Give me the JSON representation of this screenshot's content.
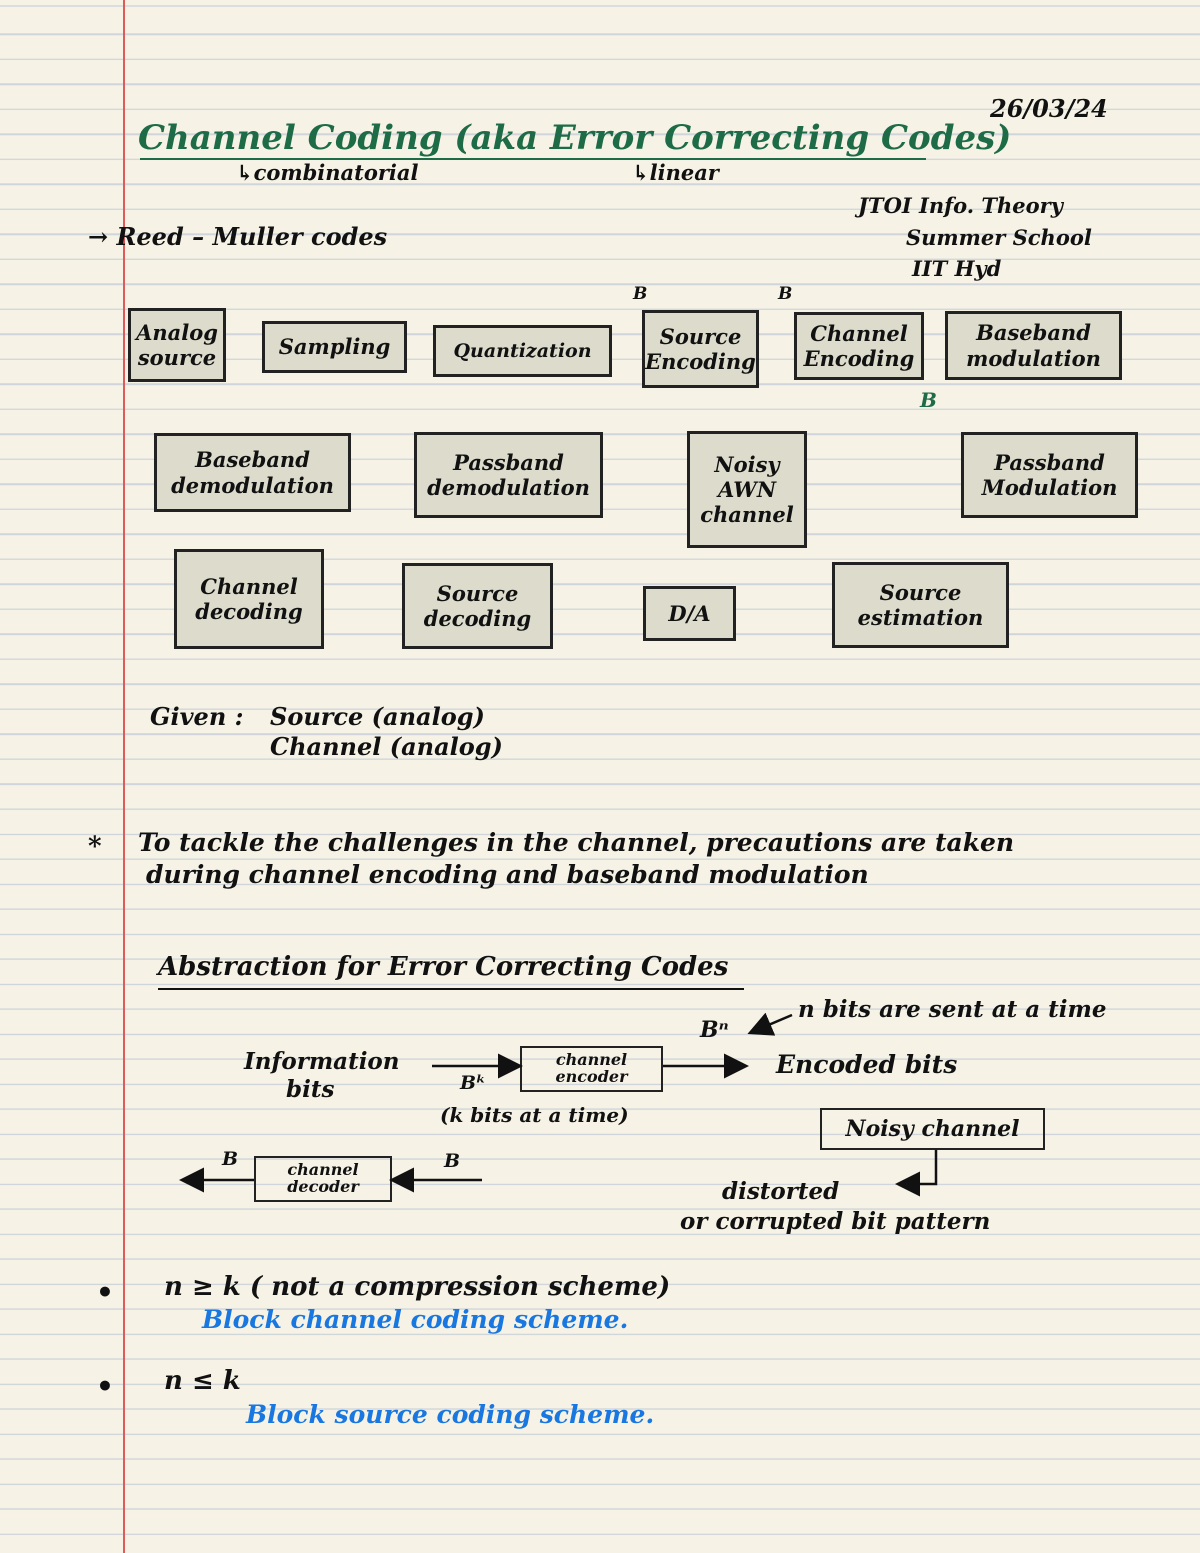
{
  "date": "26/03/24",
  "title": "Channel Coding (aka Error Correcting Codes)",
  "title_branches": {
    "combinatorial": "combinatorial",
    "linear": "linear"
  },
  "school": {
    "line1": "JTOI Info. Theory",
    "line2": "Summer School",
    "line3": "IIT Hyd"
  },
  "topic": "→ Reed – Muller codes",
  "block_marks": {
    "b1": "B",
    "b2": "B",
    "b3": "B"
  },
  "blocks": {
    "analog_source": "Analog source",
    "sampling": "Sampling",
    "quantization": "Quantization",
    "source_encoding": "Source Encoding",
    "channel_encoding": "Channel Encoding",
    "baseband_modulation": "Baseband modulation",
    "baseband_demodulation": "Baseband demodulation",
    "passband_demodulation": "Passband demodulation",
    "noisy_awgn_channel": "Noisy AWN channel",
    "passband_modulation": "Passband Modulation",
    "channel_decoding": "Channel decoding",
    "source_decoding": "Source decoding",
    "d_a": "D/A",
    "source_estimation": "Source estimation"
  },
  "given": {
    "label": "Given :",
    "source": "Source (analog)",
    "channel": "Channel (analog)"
  },
  "note": {
    "bullet": "*",
    "line1": "To tackle the challenges in the channel, precautions are taken",
    "line2": "during channel encoding and baseband modulation"
  },
  "abstraction": {
    "heading": "Abstraction for Error Correcting Codes",
    "n_bits_note": "n bits are sent at a time",
    "bn": "Bⁿ",
    "info_bits_1": "Information",
    "info_bits_2": "bits",
    "bk": "Bᵏ",
    "k_bits": "(k bits at a time)",
    "channel_encoder": "channel encoder",
    "encoded_bits": "Encoded bits",
    "noisy_channel": "Noisy channel",
    "b_out": "B",
    "b_in": "B",
    "channel_decoder": "channel decoder",
    "distorted_1": "distorted",
    "distorted_2": "or corrupted bit pattern"
  },
  "bullets": [
    {
      "marker": "•",
      "cond": "n ≥ k ( not a compression scheme)",
      "desc": "Block channel coding scheme."
    },
    {
      "marker": "•",
      "cond": "n ≤ k",
      "desc": "Block source coding scheme."
    }
  ],
  "colors": {
    "title": "#1e6b48",
    "margin": "#e05a5a",
    "blue_ink": "#1877e0",
    "box_fill": "#dcdbcc"
  }
}
